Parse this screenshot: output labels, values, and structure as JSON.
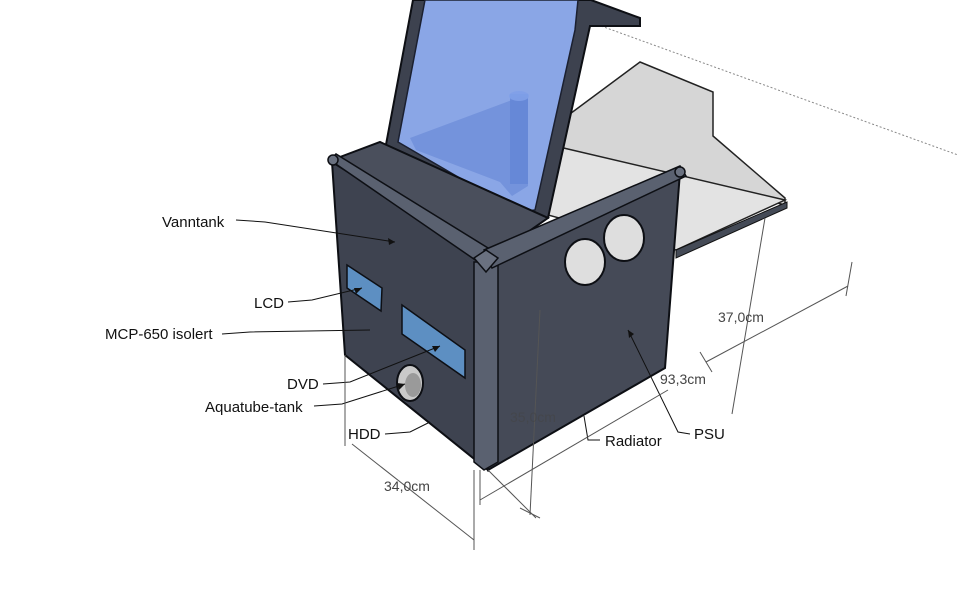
{
  "colors": {
    "case_front": "#3e4350",
    "case_side": "#454a57",
    "case_edge": "#0d0f14",
    "tube": "#5a6170",
    "glass": "#7d9ee8",
    "glass_inner": "#a9bff2",
    "panel_light": "#4f8fc0",
    "tray": "#dcdcdc",
    "leader": "#111111",
    "dimension": "#555555"
  },
  "labels": {
    "vanntank": "Vanntank",
    "lcd": "LCD",
    "mcp": "MCP-650 isolert",
    "dvd": "DVD",
    "aquatube": "Aquatube-tank",
    "hdd": "HDD",
    "radiator": "Radiator",
    "psu": "PSU"
  },
  "dimensions": {
    "depth": "37,0cm",
    "length": "93,3cm",
    "width": "34,0cm",
    "height": "35,0cm"
  }
}
